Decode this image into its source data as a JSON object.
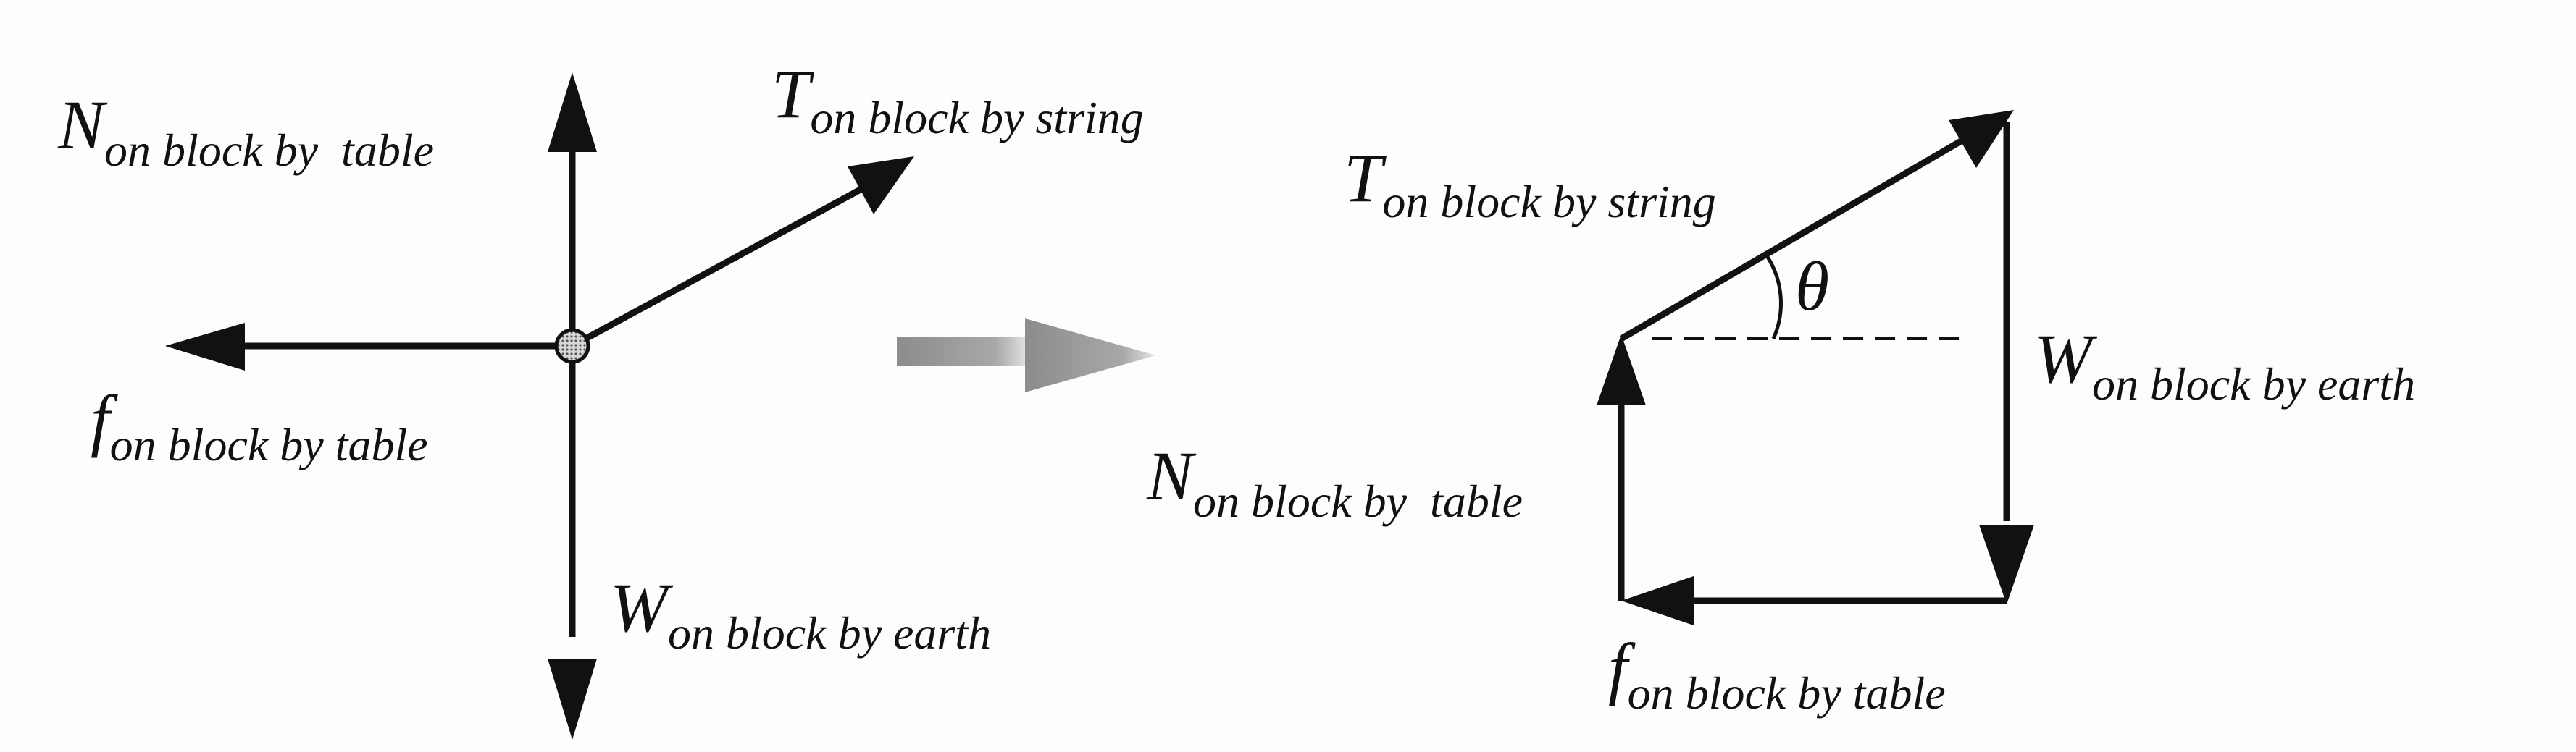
{
  "diagram": {
    "free_body": {
      "normal": {
        "symbol": "N",
        "subscript": "on block by  table"
      },
      "tension": {
        "symbol": "T",
        "subscript": "on block by string"
      },
      "friction": {
        "symbol": "f",
        "subscript": "on block by table"
      },
      "weight": {
        "symbol": "W",
        "subscript": "on block by earth"
      }
    },
    "vector_sum": {
      "tension": {
        "symbol": "T",
        "subscript": "on block by string"
      },
      "angle": {
        "symbol": "θ"
      },
      "weight": {
        "symbol": "W",
        "subscript": "on block by earth"
      },
      "normal": {
        "symbol": "N",
        "subscript": "on block by  table"
      },
      "friction": {
        "symbol": "f",
        "subscript": "on block by table"
      }
    }
  },
  "colors": {
    "ink": "#111111",
    "transition_arrow": "#9a9a9a"
  },
  "icons": {
    "transition": "transition-arrow-icon",
    "block": "block-dot-icon"
  }
}
